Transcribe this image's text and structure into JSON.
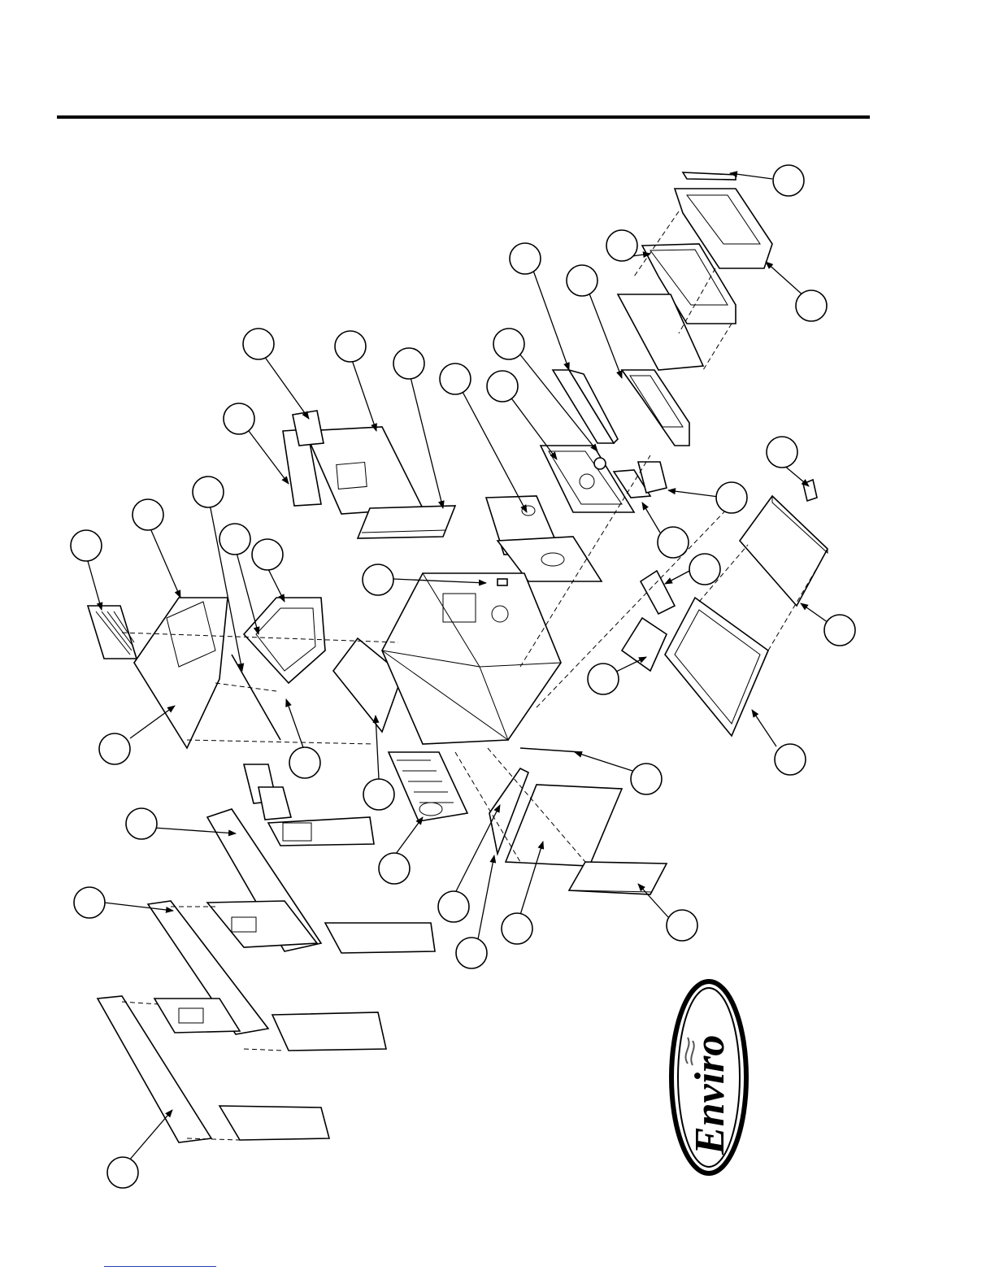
{
  "page": {
    "type": "exploded-parts-diagram"
  },
  "callouts": {
    "count": 37,
    "style": "empty-circle-with-arrow"
  },
  "logo": {
    "text": "Enviro",
    "style": "oval-rotated-wordmark"
  },
  "colors": {
    "ink": "#000000",
    "paper": "#ffffff",
    "link_line": "#2a3fb0"
  }
}
